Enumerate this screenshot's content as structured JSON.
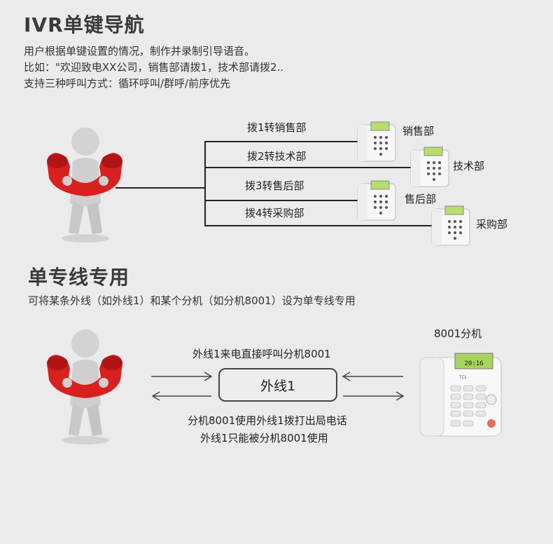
{
  "ivr": {
    "title": "IVR单键导航",
    "desc": [
      "用户根据单键设置的情况，制作并录制引导语音。",
      "比如：\"欢迎致电XX公司，销售部请拨1，技术部请拨2..",
      "支持三种呼叫方式：循环呼叫/群呼/前序优先"
    ],
    "routes": [
      {
        "label": "拨1转销售部",
        "dept": "销售部"
      },
      {
        "label": "拨2转技术部",
        "dept": "技术部"
      },
      {
        "label": "拨3转售后部",
        "dept": "售后部"
      },
      {
        "label": "拨4转采购部",
        "dept": "采购部"
      }
    ]
  },
  "dedicated": {
    "title": "单专线专用",
    "desc": "可将某条外线（如外线1）和某个分机（如分机8001）设为单专线专用",
    "extension_label": "8001分机",
    "top_label": "外线1来电直接呼叫分机8001",
    "trunk": "外线1",
    "bottom_labels": [
      "分机8001使用外线1拨打出局电话",
      "外线1只能被分机8001使用"
    ]
  },
  "phone_screen": {
    "time": "20:16",
    "brand": "TCL"
  },
  "colors": {
    "handset_red": "#d8201f",
    "figure_gray": "#cfcfcf"
  }
}
